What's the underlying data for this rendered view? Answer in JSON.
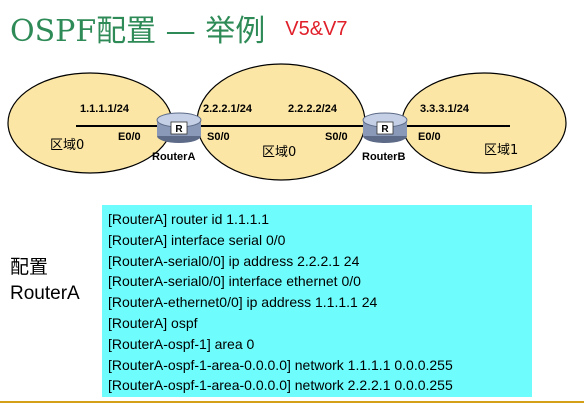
{
  "title": {
    "main": "OSPF配置 — 举例",
    "suffix": "V5&V7"
  },
  "diagram": {
    "areas": {
      "left": "区域0",
      "middle": "区域0",
      "right": "区域1"
    },
    "routers": [
      {
        "name": "RouterA",
        "badge": "R"
      },
      {
        "name": "RouterB",
        "badge": "R"
      }
    ],
    "labels": {
      "ip_left": "1.1.1.1/24",
      "if_a_left": "E0/0",
      "ip_mid_left": "2.2.2.1/24",
      "if_a_right": "S0/0",
      "ip_mid_right": "2.2.2.2/24",
      "if_b_left": "S0/0",
      "ip_right": "3.3.3.1/24",
      "if_b_right": "E0/0"
    }
  },
  "side_label": {
    "line1": "配置",
    "line2": "RouterA"
  },
  "config_lines": [
    "[RouterA] router id 1.1.1.1",
    "[RouterA] interface serial 0/0",
    "[RouterA-serial0/0] ip address 2.2.2.1 24",
    "[RouterA-serial0/0] interface ethernet 0/0",
    "[RouterA-ethernet0/0] ip address 1.1.1.1 24",
    "[RouterA] ospf",
    "[RouterA-ospf-1] area 0",
    "[RouterA-ospf-1-area-0.0.0.0] network 1.1.1.1 0.0.0.255",
    "[RouterA-ospf-1-area-0.0.0.0] network 2.2.2.1 0.0.0.255"
  ],
  "colors": {
    "title": "#2e8b57",
    "suffix": "#e0202a",
    "area_fill": "#fbe6a6",
    "config_bg": "#6ffcfc",
    "router": "#8a99b8"
  }
}
